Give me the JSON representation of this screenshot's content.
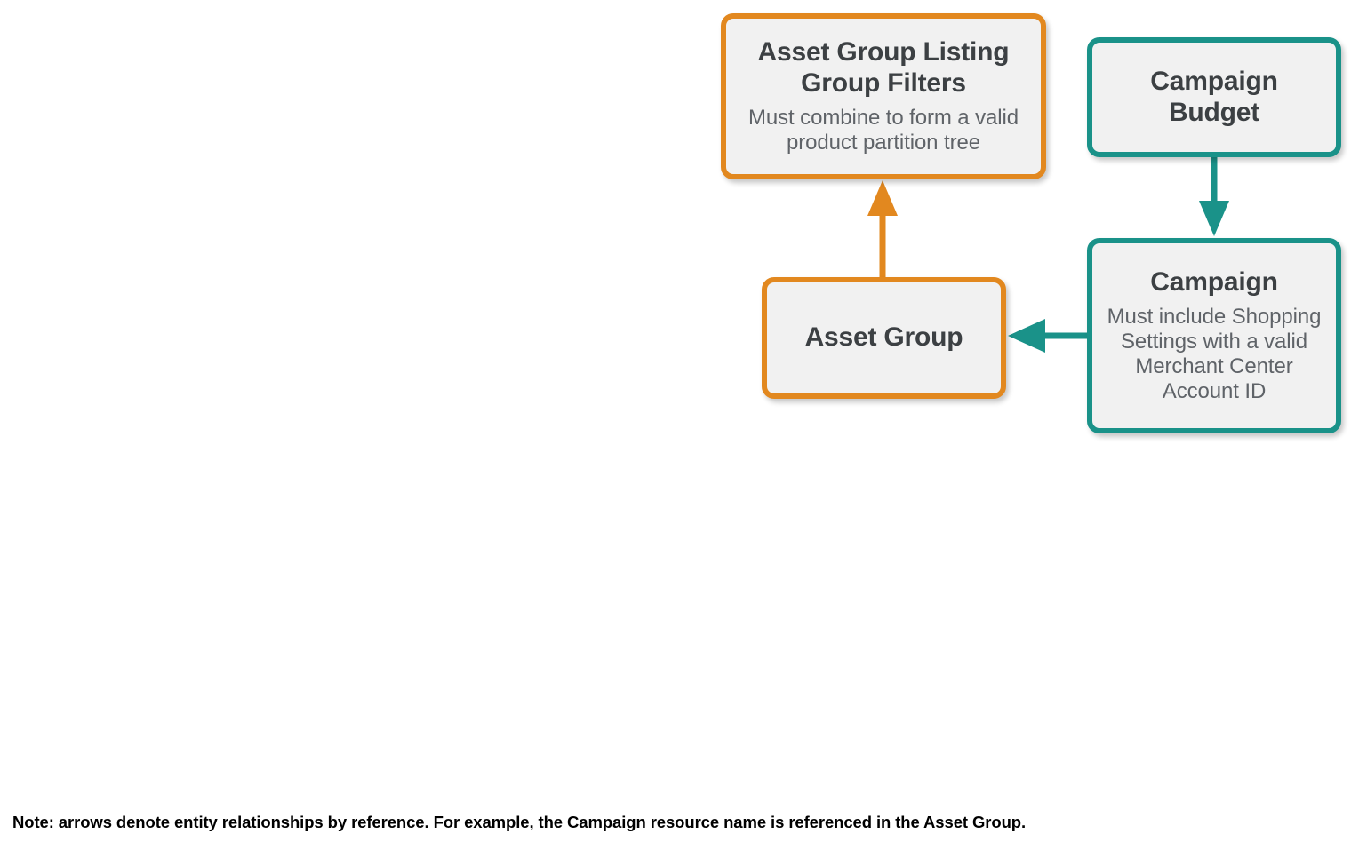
{
  "diagram": {
    "background": "#FFFFFF",
    "palette": {
      "orange": "#E2881F",
      "teal": "#1A9289",
      "node_fill": "#F1F1F1",
      "title_text": "#3C4043",
      "subtitle_text": "#5F6368",
      "note_text": "#000000"
    },
    "nodes": [
      {
        "id": "asset-group-listing-group-filters",
        "title": "Asset Group Listing Group Filters",
        "subtitle": "Must combine to form a valid product partition tree",
        "color": "orange"
      },
      {
        "id": "campaign-budget",
        "title": "Campaign Budget",
        "subtitle": "",
        "color": "teal"
      },
      {
        "id": "asset-group",
        "title": "Asset Group",
        "subtitle": "",
        "color": "orange"
      },
      {
        "id": "campaign",
        "title": "Campaign",
        "subtitle": "Must include Shopping Settings with a valid Merchant Center Account ID",
        "color": "teal"
      }
    ],
    "edges": [
      {
        "id": "asset-group-to-listing-group-filters",
        "from": "asset-group",
        "to": "asset-group-listing-group-filters",
        "direction": "up",
        "color": "orange"
      },
      {
        "id": "campaign-budget-to-campaign",
        "from": "campaign-budget",
        "to": "campaign",
        "direction": "down",
        "color": "teal"
      },
      {
        "id": "campaign-to-asset-group",
        "from": "campaign",
        "to": "asset-group",
        "direction": "left",
        "color": "teal"
      }
    ],
    "note": "Note: arrows denote entity relationships by reference. For example, the Campaign resource name is referenced in the Asset Group."
  }
}
